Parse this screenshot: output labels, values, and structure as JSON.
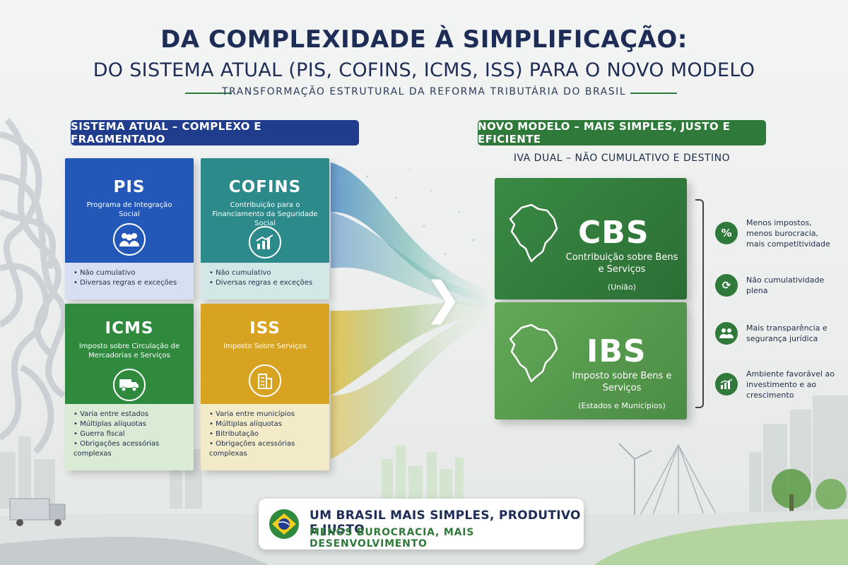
{
  "header": {
    "title": "DA COMPLEXIDADE À SIMPLIFICAÇÃO:",
    "subtitle": "DO SISTEMA ATUAL (PIS, COFINS, ICMS, ISS) PARA O NOVO MODELO",
    "tagline": "TRANSFORMAÇÃO ESTRUTURAL DA REFORMA TRIBUTÁRIA DO BRASIL"
  },
  "current_system": {
    "banner": "SISTEMA ATUAL – COMPLEXO E FRAGMENTADO",
    "taxes": [
      {
        "name": "PIS",
        "description": "Programa de Integração Social",
        "icon": "people-icon",
        "color": "#2358b8",
        "light": "#d6e0f2",
        "bullets": [
          "Não cumulativo",
          "Diversas regras e exceções"
        ]
      },
      {
        "name": "COFINS",
        "description": "Contribuição para o Financiamento da Seguridade Social",
        "icon": "chart-growth-icon",
        "color": "#2c8a8a",
        "light": "#d3e8e6",
        "bullets": [
          "Não cumulativo",
          "Diversas regras e exceções"
        ]
      },
      {
        "name": "ICMS",
        "description": "Imposto sobre Circulação de Mercadorias e Serviços",
        "icon": "truck-icon",
        "color": "#2f8a3e",
        "light": "#d9ead5",
        "bullets": [
          "Varia entre estados",
          "Múltiplas alíquotas",
          "Guerra fiscal",
          "Obrigações acessórias complexas"
        ]
      },
      {
        "name": "ISS",
        "description": "Imposto Sobre Serviços",
        "icon": "building-icon",
        "color": "#d9a322",
        "light": "#f3ebc8",
        "bullets": [
          "Varia entre municípios",
          "Múltiplas alíquotas",
          "Bitributação",
          "Obrigações acessórias complexas"
        ]
      }
    ]
  },
  "new_model": {
    "banner": "NOVO MODELO – MAIS SIMPLES, JUSTO E EFICIENTE",
    "subtitle": "IVA DUAL – NÃO CUMULATIVO E  DESTINO",
    "taxes": [
      {
        "code": "CBS",
        "label": "Contribuição sobre Bens e Serviços",
        "scope": "(União)",
        "icon": "brazil-map-icon",
        "color": "#2f7a3a"
      },
      {
        "code": "IBS",
        "label": "Imposto sobre Bens e Serviços",
        "scope": "(Estados e Municípios)",
        "icon": "brazil-map-icon",
        "color": "#559a4c"
      }
    ],
    "benefits": [
      {
        "icon": "percent-icon",
        "text": "Menos impostos, menos burocracia, mais competitividade"
      },
      {
        "icon": "refresh-icon",
        "text": "Não cumulatividade plena"
      },
      {
        "icon": "people-icon",
        "text": "Mais transparência e segurança jurídica"
      },
      {
        "icon": "chart-growth-icon",
        "text": "Ambiente favorável ao investimento e ao crescimento"
      }
    ]
  },
  "footer": {
    "line1": "UM BRASIL MAIS SIMPLES, PRODUTIVO E JUSTO",
    "line2": "MENOS BUROCRACIA, MAIS DESENVOLVIMENTO",
    "icon": "brazil-flag-icon"
  },
  "colors": {
    "navy": "#1e2d55",
    "green": "#2f7a3a",
    "blue": "#1f3d8c"
  }
}
